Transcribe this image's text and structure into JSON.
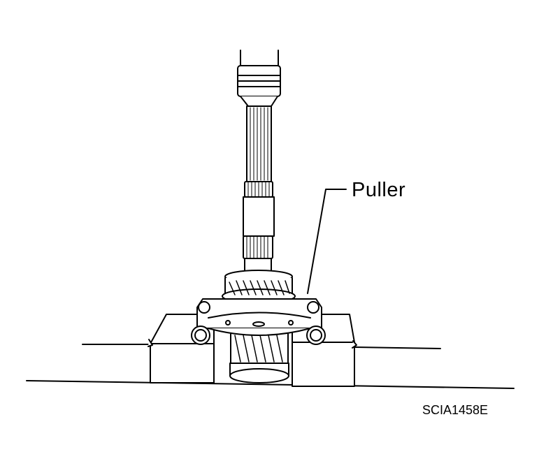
{
  "diagram": {
    "callouts": [
      {
        "id": "puller",
        "text": "Puller"
      }
    ],
    "figure_code": "SCIA1458E",
    "colors": {
      "ink": "#000000",
      "paper": "#ffffff"
    }
  }
}
